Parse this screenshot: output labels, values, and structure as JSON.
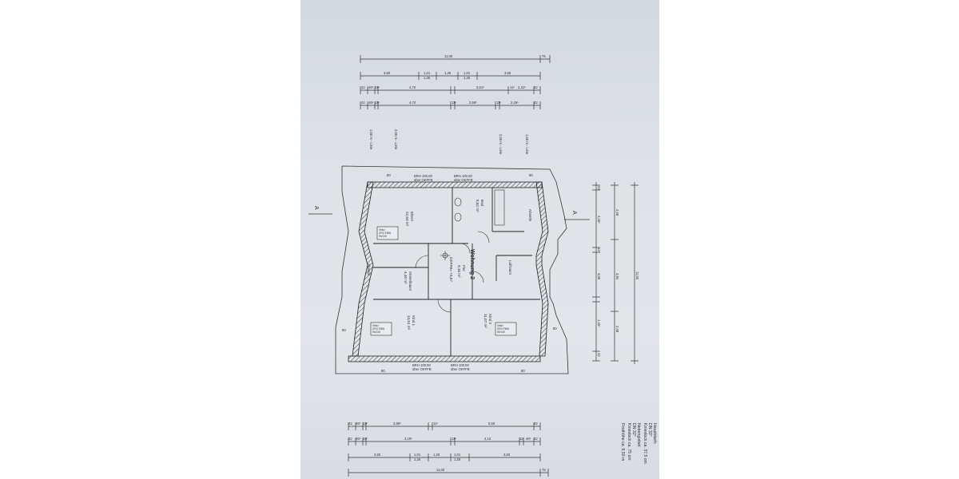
{
  "dims_top": {
    "row1": [
      "11,00",
      "75"
    ],
    "row2": [
      "3,60",
      "1,01",
      "1,26",
      "1,26",
      "1,01",
      "1,26",
      "3,60"
    ],
    "row3": [
      "42",
      "46⁵",
      "11⁵",
      "4,70",
      "3,51⁵",
      "11⁵",
      "2,31⁵",
      "42"
    ],
    "row4": [
      "42",
      "46⁵",
      "11⁵",
      "4,70",
      "11⁵",
      "2,56⁵",
      "11⁵",
      "2,26⁵",
      "42"
    ]
  },
  "heights": [
    "1,00 m - Linie",
    "2,00 m - Linie",
    "2,00 m - Linie",
    "1,00 m - Linie"
  ],
  "section_mark": "A",
  "brh": {
    "top_left": [
      "BRH 100.00",
      "über OKFFB"
    ],
    "top_right": [
      "BRH 100.00",
      "über OKFFB"
    ],
    "bottom_left": [
      "BRH 100.00",
      "über OKFFB"
    ],
    "bottom_right": [
      "BRH 100.00",
      "über OKFFB"
    ]
  },
  "rooms": {
    "eltern": [
      "Eltern",
      "22,63 m²"
    ],
    "bad": [
      "Bad",
      "8,82 m²"
    ],
    "abstell": [
      "Abstellraum",
      "4,40 m²"
    ],
    "flur": [
      "Flur",
      "9,16 m²"
    ],
    "kind1": [
      "Kind 1",
      "13,51 m²"
    ],
    "kind2": [
      "Kind 2",
      "11,07 m²"
    ],
    "luftraum": "Luftraum",
    "abseite_left": "Abseite",
    "abseite_right": "Abseite"
  },
  "unit": {
    "name": "Wohnung 2",
    "level": "OKFFB= +5,57"
  },
  "velux": [
    "Velux",
    "GPU F606",
    "94/140"
  ],
  "dims_right": [
    "42",
    "4,40⁵",
    "2,58",
    "11⁵",
    "3,00",
    "3,84",
    "11,00",
    "1,45⁵",
    "2,58",
    "42"
  ],
  "dims_bottom": {
    "row1": [
      "42",
      "46⁵",
      "11⁵",
      "3,86⁵",
      "11⁵",
      "6,50",
      "42"
    ],
    "row2": [
      "42",
      "46⁵",
      "11⁵",
      "4,18⁵",
      "11⁵",
      "4,10",
      "11⁵",
      "46⁵",
      "42"
    ],
    "row3": [
      "3,60",
      "1,01",
      "1,26",
      "1,26",
      "1,01",
      "1,26",
      "3,60"
    ],
    "row4": [
      "11,00",
      "75"
    ]
  },
  "wall_dims": [
    "80",
    "80",
    "80",
    "80",
    "80",
    "80"
  ],
  "notes": [
    "Hauptdach:",
    "DN 32°",
    "Kniestock ca. 37,5 cm",
    "Nebengiebel:",
    "DN 32°",
    "Kniestock ca. 75 cm",
    "Firsthöhe ca. 9,50 m"
  ]
}
